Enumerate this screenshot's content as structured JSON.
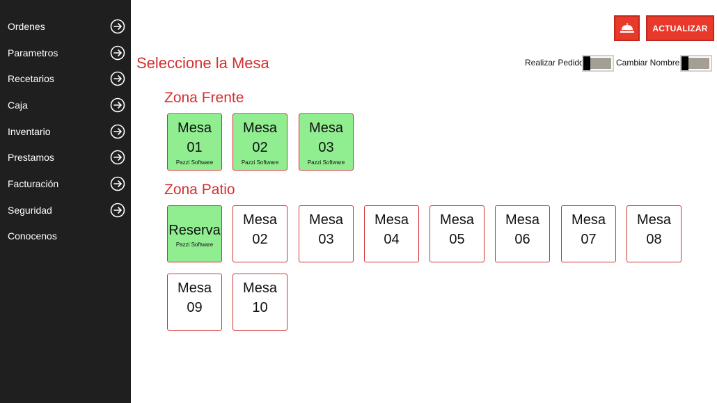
{
  "sidebar": {
    "items": [
      {
        "label": "Ordenes",
        "arrow": true
      },
      {
        "label": "Parametros",
        "arrow": true
      },
      {
        "label": "Recetarios",
        "arrow": true
      },
      {
        "label": "Caja",
        "arrow": true
      },
      {
        "label": "Inventario",
        "arrow": true
      },
      {
        "label": "Prestamos",
        "arrow": true
      },
      {
        "label": "Facturación",
        "arrow": true
      },
      {
        "label": "Seguridad",
        "arrow": true
      },
      {
        "label": "Conocenos",
        "arrow": false
      }
    ]
  },
  "toolbar": {
    "update_label": "ACTUALIZAR",
    "icon": "service-bell-icon"
  },
  "page": {
    "title": "Seleccione la Mesa"
  },
  "toggles": {
    "realizar_pedido": "Realizar Pedido",
    "cambiar_nombre": "Cambiar Nombre"
  },
  "zones": [
    {
      "title": "Zona Frente",
      "tables": [
        {
          "name": "Mesa",
          "number": "01",
          "sub": "Pazzi Software",
          "occupied": true
        },
        {
          "name": "Mesa",
          "number": "02",
          "sub": "Pazzi Software",
          "occupied": true
        },
        {
          "name": "Mesa",
          "number": "03",
          "sub": "Pazzi Software",
          "occupied": true
        }
      ]
    },
    {
      "title": "Zona Patio",
      "tables": [
        {
          "name": "Reserva",
          "number": "",
          "sub": "Pazzi Software",
          "occupied": true
        },
        {
          "name": "Mesa",
          "number": "02",
          "sub": "",
          "occupied": false
        },
        {
          "name": "Mesa",
          "number": "03",
          "sub": "",
          "occupied": false
        },
        {
          "name": "Mesa",
          "number": "04",
          "sub": "",
          "occupied": false
        },
        {
          "name": "Mesa",
          "number": "05",
          "sub": "",
          "occupied": false
        },
        {
          "name": "Mesa",
          "number": "06",
          "sub": "",
          "occupied": false
        },
        {
          "name": "Mesa",
          "number": "07",
          "sub": "",
          "occupied": false
        },
        {
          "name": "Mesa",
          "number": "08",
          "sub": "",
          "occupied": false
        },
        {
          "name": "Mesa",
          "number": "09",
          "sub": "",
          "occupied": false
        },
        {
          "name": "Mesa",
          "number": "10",
          "sub": "",
          "occupied": false
        }
      ]
    }
  ],
  "colors": {
    "accent": "#e8392b",
    "title_red": "#d32f2f",
    "occupied_green": "#90ee90",
    "sidebar_bg": "#1f1f1f"
  }
}
